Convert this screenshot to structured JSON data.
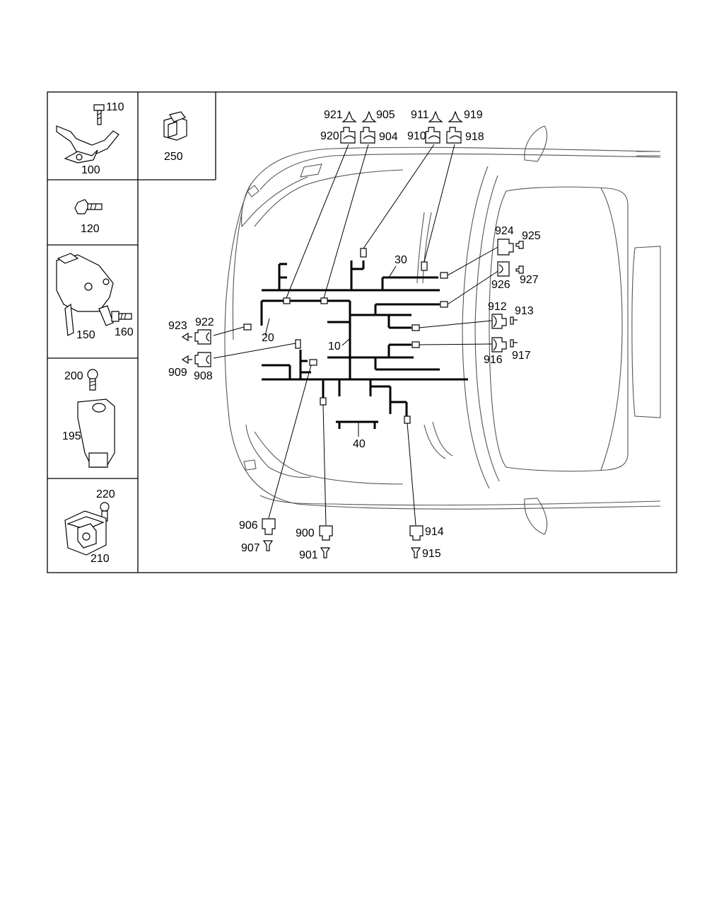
{
  "panels": {
    "bracket_100": "100",
    "bolt_110": "110",
    "clip_250": "250",
    "bolt_120": "120",
    "bracket_150": "150",
    "bolt_160": "160",
    "bolt_200": "200",
    "bracket_195": "195",
    "bolt_220": "220",
    "holder_210": "210"
  },
  "harness": {
    "h10": "10",
    "h20": "20",
    "h30": "30",
    "h40": "40"
  },
  "connectors": {
    "c921": "921",
    "c905": "905",
    "c911": "911",
    "c919": "919",
    "c920": "920",
    "c904": "904",
    "c910": "910",
    "c918": "918",
    "c924": "924",
    "c925": "925",
    "c926": "926",
    "c927": "927",
    "c923": "923",
    "c922": "922",
    "c912": "912",
    "c913": "913",
    "c909": "909",
    "c908": "908",
    "c916": "916",
    "c917": "917",
    "c906": "906",
    "c907": "907",
    "c900": "900",
    "c901": "901",
    "c914": "914",
    "c915": "915"
  }
}
